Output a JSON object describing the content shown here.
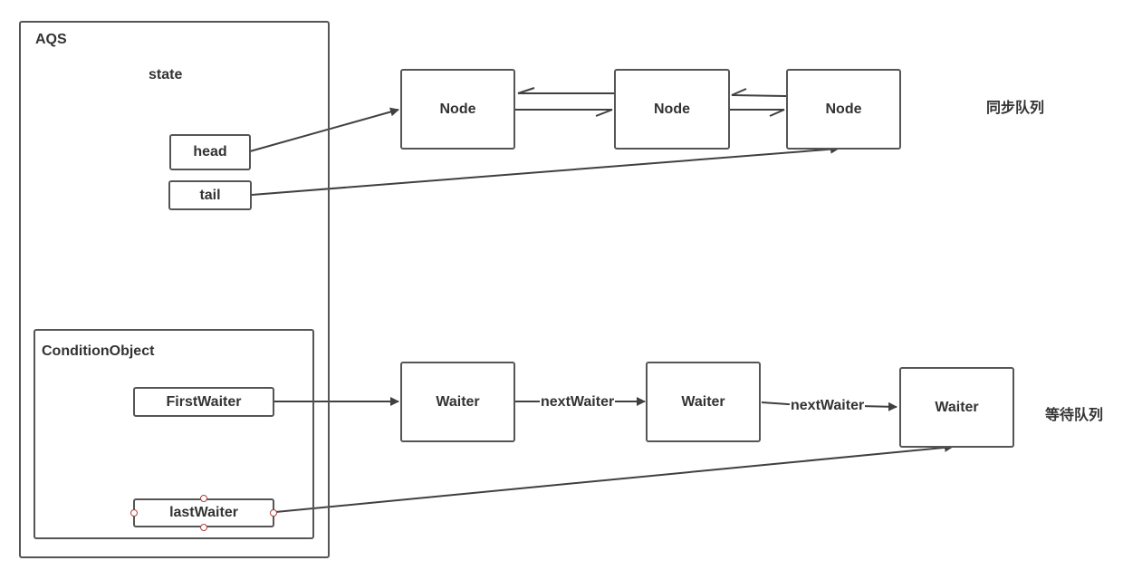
{
  "aqs": {
    "title": "AQS",
    "state_label": "state",
    "head_label": "head",
    "tail_label": "tail",
    "condition": {
      "title": "ConditionObject",
      "first_waiter_label": "FirstWaiter",
      "last_waiter_label": "lastWaiter"
    }
  },
  "sync_queue": {
    "label": "同步队列",
    "nodes": [
      "Node",
      "Node",
      "Node"
    ]
  },
  "wait_queue": {
    "label": "等待队列",
    "waiters": [
      "Waiter",
      "Waiter",
      "Waiter"
    ],
    "link_labels": [
      "nextWaiter",
      "nextWaiter"
    ]
  },
  "colors": {
    "stroke": "#555555",
    "text": "#333333",
    "handle": "#b04040"
  }
}
